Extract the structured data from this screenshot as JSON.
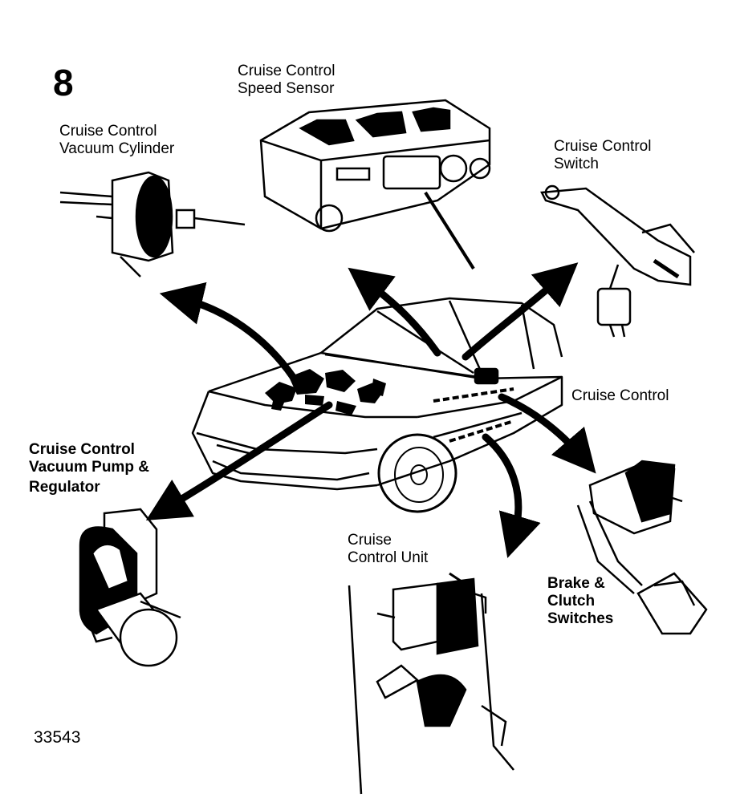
{
  "figure": {
    "number": "8",
    "reference": "33543"
  },
  "labels": {
    "speed_sensor": {
      "line1": "Cruise Control",
      "line2": "Speed Sensor"
    },
    "vacuum_cylinder": {
      "line1": "Cruise Control",
      "line2": "Vacuum Cylinder"
    },
    "control_switch": {
      "line1": "Cruise Control",
      "line2": "Switch"
    },
    "cruise_control": {
      "line1": "Cruise Control"
    },
    "vacuum_pump": {
      "line1": "Cruise Control",
      "line2": "Vacuum Pump &",
      "line3": "Regulator"
    },
    "control_unit": {
      "line1": "Cruise",
      "line2": "Control Unit"
    },
    "brake_clutch": {
      "line1": "Brake &",
      "line2": "Clutch",
      "line3": "Switches"
    }
  }
}
